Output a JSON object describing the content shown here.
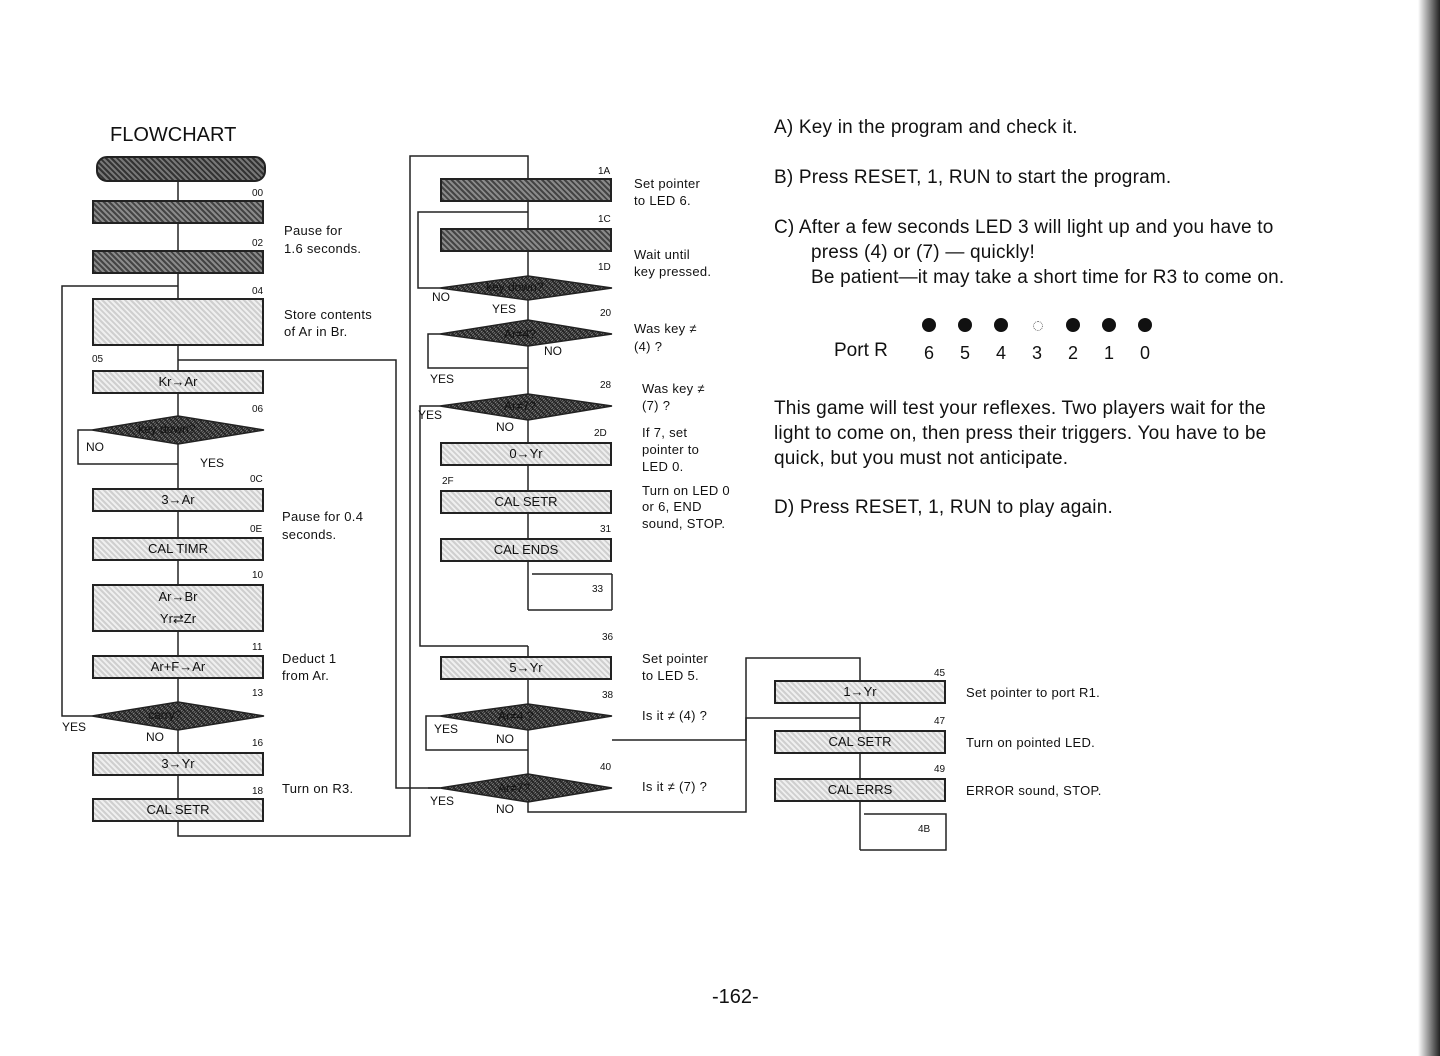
{
  "flowchart": {
    "title": "FLOWCHART",
    "left_column": {
      "boxes": [
        {
          "addr": "00",
          "text": ""
        },
        {
          "addr": "02",
          "text": ""
        },
        {
          "addr": "04",
          "text_lines": [
            "",
            ""
          ]
        },
        {
          "addr": "05",
          "text": "Kr→Ar"
        },
        {
          "addr": "06",
          "text": "key down?"
        },
        {
          "addr": "0C",
          "text": "3→Ar"
        },
        {
          "addr": "0E",
          "text": "CAL TIMR"
        },
        {
          "addr": "10",
          "text_lines": [
            "Ar→Br",
            "Yr⇄Zr"
          ]
        },
        {
          "addr": "11",
          "text": "Ar+F→Ar"
        },
        {
          "addr": "13",
          "text": "carry?"
        },
        {
          "addr": "16",
          "text": "3→Yr"
        },
        {
          "addr": "18",
          "text": "CAL SETR"
        }
      ],
      "notes": [
        "Pause for",
        "1.6 seconds.",
        "Store contents",
        "of Ar in Br.",
        "Pause for 0.4",
        "seconds.",
        "Deduct 1",
        "from Ar.",
        "Turn on R3."
      ],
      "labels": {
        "no": "NO",
        "yes": "YES"
      }
    },
    "middle_column": {
      "boxes": [
        {
          "addr": "1A",
          "text": ""
        },
        {
          "addr": "1C",
          "text": ""
        },
        {
          "addr": "1D",
          "text": "key down?"
        },
        {
          "addr": "20",
          "text": "Ar≠4?"
        },
        {
          "addr": "28",
          "text": "Ar≠7?"
        },
        {
          "addr": "2D",
          "text": "0→Yr"
        },
        {
          "addr": "2F",
          "text": "CAL SETR"
        },
        {
          "addr": "31",
          "text": "CAL ENDS"
        },
        {
          "addr": "33",
          "text": ""
        },
        {
          "addr": "36",
          "text": "5→Yr"
        },
        {
          "addr": "38",
          "text": "Ar≠4 ?"
        },
        {
          "addr": "40",
          "text": "Ar≠7?"
        }
      ],
      "notes": [
        "Set pointer",
        "to LED 6.",
        "Wait until",
        "key pressed.",
        "Was key ≠",
        "(4) ?",
        "Was key ≠",
        "(7) ?",
        "If 7, set",
        "pointer to",
        "LED 0.",
        "Turn on LED 0",
        "or 6, END",
        "sound, STOP.",
        "Set pointer",
        "to LED 5.",
        "Is it ≠ (4) ?",
        "Is it ≠ (7) ?"
      ]
    },
    "right_column": {
      "boxes": [
        {
          "addr": "45",
          "text": "1→Yr"
        },
        {
          "addr": "47",
          "text": "CAL SETR"
        },
        {
          "addr": "49",
          "text": "CAL ERRS"
        },
        {
          "addr": "4B",
          "text": ""
        }
      ],
      "notes": [
        "Set pointer to port R1.",
        "Turn on pointed LED.",
        "ERROR sound, STOP."
      ]
    }
  },
  "instructions": {
    "a": "A)  Key in the program and check it.",
    "b": "B)  Press RESET, 1, RUN to start the program.",
    "c1": "C)  After a few seconds LED 3 will light up and you have to",
    "c2": "press (4) or (7) — quickly!",
    "c3": "Be patient—it may take a short time for R3 to come on.",
    "port_label": "Port R",
    "port_digits": [
      "6",
      "5",
      "4",
      "3",
      "2",
      "1",
      "0"
    ],
    "port_lit": [
      true,
      true,
      true,
      false,
      true,
      true,
      true
    ],
    "para1": "This game will test your reflexes. Two players wait for the",
    "para2": "light to come on, then press their triggers. You have to be",
    "para3": "quick, but you must not anticipate.",
    "d": "D)  Press RESET, 1, RUN to play again."
  },
  "page_number": "-162-"
}
